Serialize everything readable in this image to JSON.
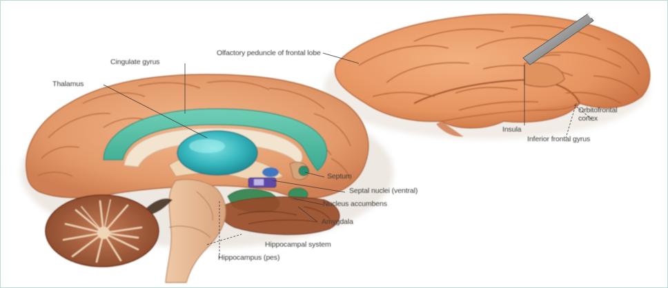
{
  "labels": {
    "olfactory_peduncle": "Olfactory peduncle of frontal lobe",
    "cingulate_gyrus": "Cingulate gyrus",
    "thalamus": "Thalamus",
    "insula": "Insula",
    "orbitofrontal_cortex": "Orbitofrontal\ncortex",
    "inferior_frontal_gyrus": "Inferior frontal gyrus",
    "septum": "Septum",
    "septal_nuclei": "Septal nuclei (ventral)",
    "ventral_striatum": "Nucleus accumbens",
    "amygdala": "Amygdala",
    "hippocampal_system": "Hippocampal system",
    "hippocampus_foot": "Hippocampus (pes)"
  }
}
